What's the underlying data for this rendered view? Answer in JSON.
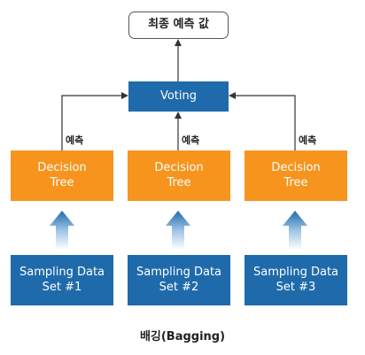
{
  "final_node": {
    "label": "최종 예측 값"
  },
  "voting_node": {
    "label": "Voting"
  },
  "trees": [
    {
      "line1": "Decision",
      "line2": "Tree",
      "edge_label": "예측"
    },
    {
      "line1": "Decision",
      "line2": "Tree",
      "edge_label": "예측"
    },
    {
      "line1": "Decision",
      "line2": "Tree",
      "edge_label": "예측"
    }
  ],
  "samples": [
    {
      "line1": "Sampling Data",
      "line2": "Set #1"
    },
    {
      "line1": "Sampling Data",
      "line2": "Set #2"
    },
    {
      "line1": "Sampling Data",
      "line2": "Set #3"
    }
  ],
  "caption": "배깅(Bagging)",
  "colors": {
    "node_blue": "#1f6aab",
    "node_orange": "#f7941d"
  }
}
